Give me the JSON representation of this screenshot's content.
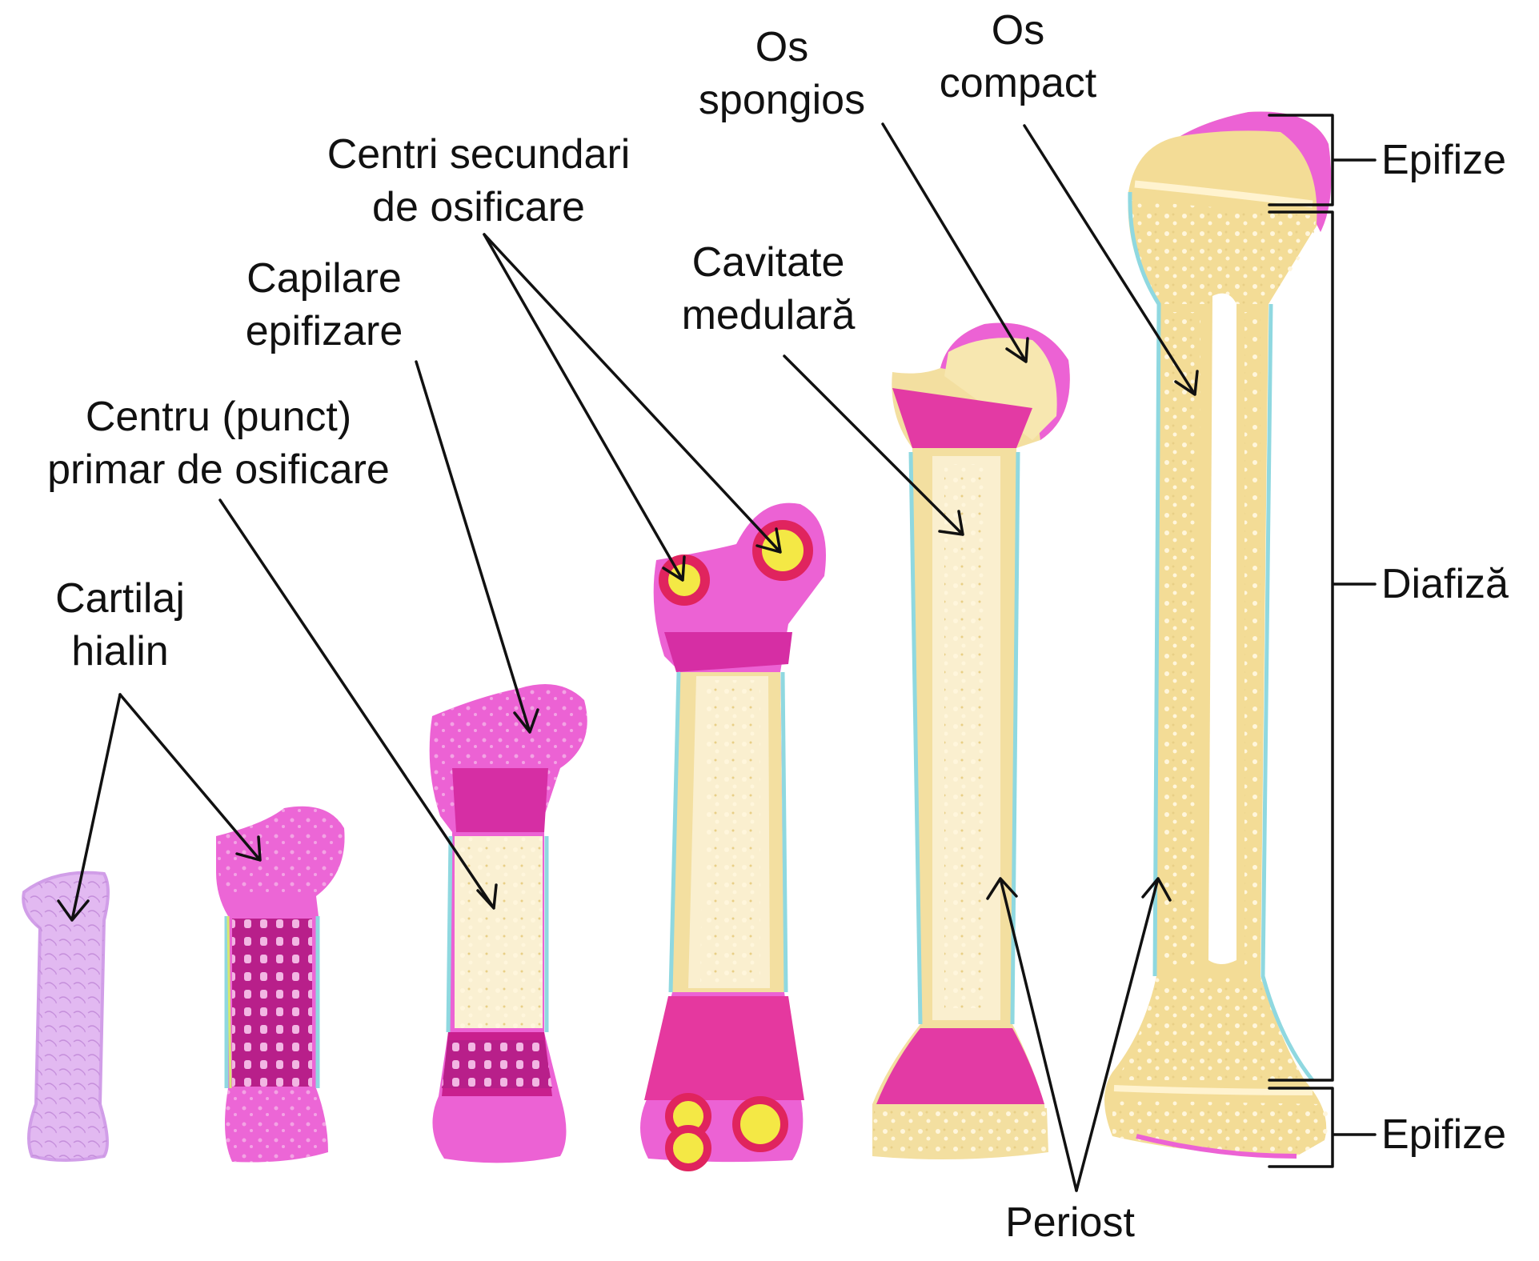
{
  "labels": {
    "cartilaj": [
      "Cartilaj",
      "hialin"
    ],
    "centru_primar": [
      "Centru (punct)",
      "primar de osificare"
    ],
    "capilare": [
      "Capilare",
      "epifizare"
    ],
    "centri_secundari": [
      "Centri secundari",
      "de osificare"
    ],
    "cavitate": [
      "Cavitate",
      "medulară"
    ],
    "os_spongios": [
      "Os",
      "spongios"
    ],
    "os_compact": [
      "Os",
      "compact"
    ],
    "periost": "Periost",
    "epifize_top": "Epifize",
    "diafiza": "Diafiză",
    "epifize_bottom": "Epifize"
  },
  "colors": {
    "cartilage": "#d9a6ec",
    "epiphyseal_pink": "#ea5fd0",
    "magenta": "#d5289a",
    "bone_yellow": "#f3dfa0",
    "bone_light": "#faefcf",
    "ossification_yellow": "#f2e83a",
    "ossification_ring": "#e0245e",
    "periosteum_cyan": "#8fd8e0",
    "arrow": "#111111"
  }
}
